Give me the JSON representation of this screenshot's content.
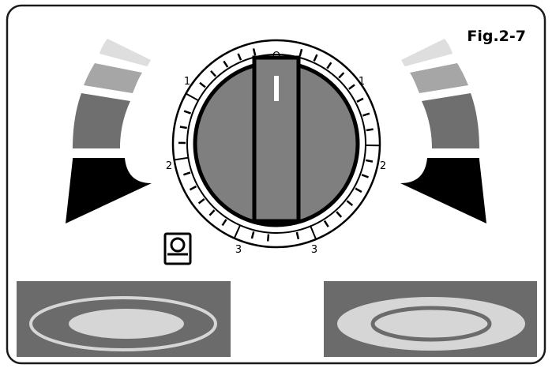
{
  "figure": {
    "label": "Fig.2-7"
  },
  "dial": {
    "labels": {
      "top": "O",
      "left_1": "1",
      "right_1": "1",
      "left_2": "2",
      "right_2": "2",
      "left_3": "3",
      "right_3": "3"
    }
  },
  "colors": {
    "frame": "#1a1a1a",
    "knob": "#7f7f7f",
    "knob_outline": "#000000",
    "indicator": "#ffffff",
    "arrow_segment_1": "#000000",
    "arrow_segment_2": "#6f6f6f",
    "arrow_segment_3": "#a6a6a6",
    "arrow_segment_4": "#dedede",
    "hob_panel": "#6b6b6b",
    "hob_light": "#d6d6d6"
  },
  "icons": {
    "zone_selector": "dual-zone-hob-icon",
    "arrows": "curved-arrow-icon"
  },
  "hobs": [
    {
      "name": "small-zone",
      "active": "inner"
    },
    {
      "name": "large-zone",
      "active": "outer"
    }
  ]
}
